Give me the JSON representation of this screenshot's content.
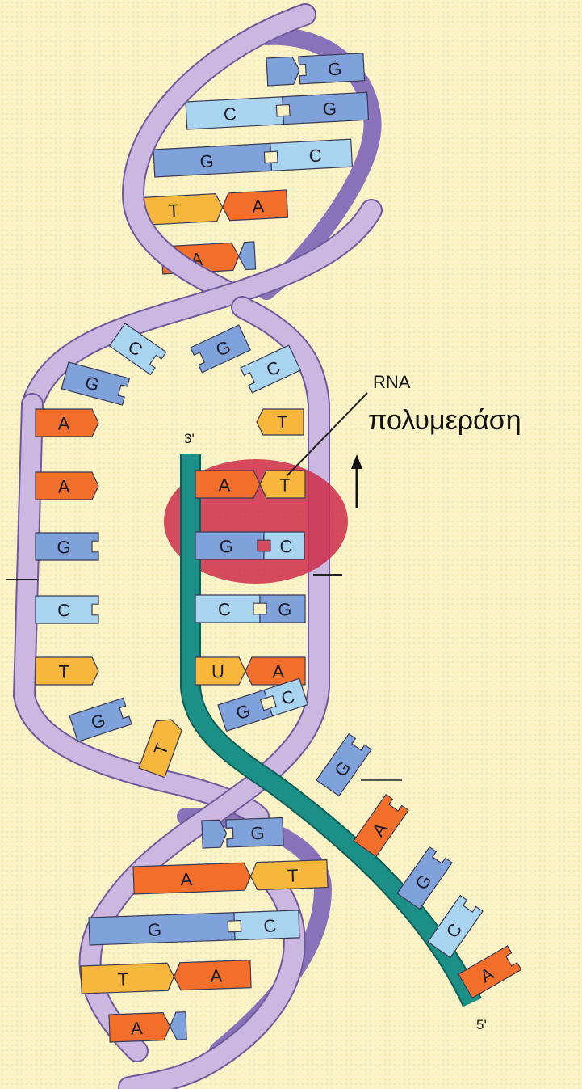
{
  "labels": {
    "rna": "RNA",
    "polymerase": "πολυμεράση",
    "prime3": "3'",
    "prime5": "5'"
  },
  "colors": {
    "background": "#fbf3c8",
    "strand_light": "#cbb7df",
    "strand_dark": "#8a72bb",
    "rna_strand": "#1c8f86",
    "polymerase_blob": "#cf2b4a",
    "A": "#f26e2b",
    "T": "#f6b73c",
    "G": "#7ea2d9",
    "C": "#a9d4ef",
    "U": "#f6b73c"
  },
  "top_helix_pairs": [
    {
      "left": "",
      "right": "G"
    },
    {
      "left": "C",
      "right": "G"
    },
    {
      "left": "G",
      "right": "C"
    },
    {
      "left": "T",
      "right": "A"
    },
    {
      "left": "A",
      "right": ""
    }
  ],
  "bubble_top_bases": [
    "G",
    "C",
    "G",
    "C"
  ],
  "left_template_bases": [
    "A",
    "A",
    "G",
    "C",
    "T",
    "G",
    "T"
  ],
  "coding_strand_bases": [
    "T"
  ],
  "transcript_pairs": [
    {
      "rna": "",
      "dna": "T"
    },
    {
      "rna": "A",
      "dna": "T"
    },
    {
      "rna": "G",
      "dna": "C"
    },
    {
      "rna": "C",
      "dna": "G"
    },
    {
      "rna": "U",
      "dna": "A"
    },
    {
      "rna": "G",
      "dna": "C"
    }
  ],
  "rna_tail_bases": [
    "G",
    "A",
    "G",
    "C",
    "A"
  ],
  "bottom_helix_pairs": [
    {
      "left": "",
      "right": "G"
    },
    {
      "left": "A",
      "right": "T"
    },
    {
      "left": "G",
      "right": "C"
    },
    {
      "left": "T",
      "right": "A"
    },
    {
      "left": "A",
      "right": ""
    }
  ]
}
